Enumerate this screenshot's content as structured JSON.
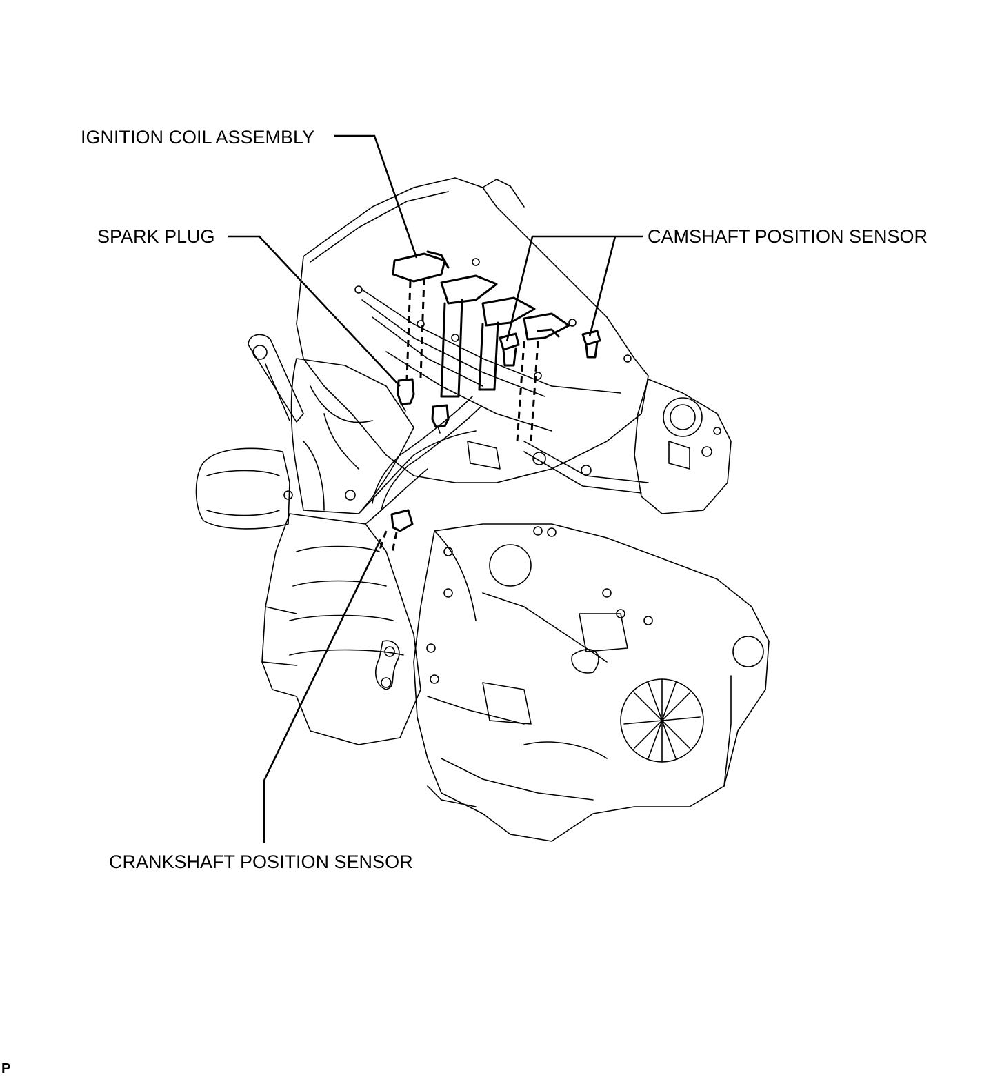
{
  "callouts": {
    "ignition_coil": "IGNITION COIL ASSEMBLY",
    "spark_plug": "SPARK PLUG",
    "camshaft_sensor": "CAMSHAFT POSITION SENSOR",
    "crankshaft_sensor": "CRANKSHAFT POSITION SENSOR"
  },
  "corner_mark": "P",
  "colors": {
    "line": "#000000",
    "background": "#ffffff"
  }
}
